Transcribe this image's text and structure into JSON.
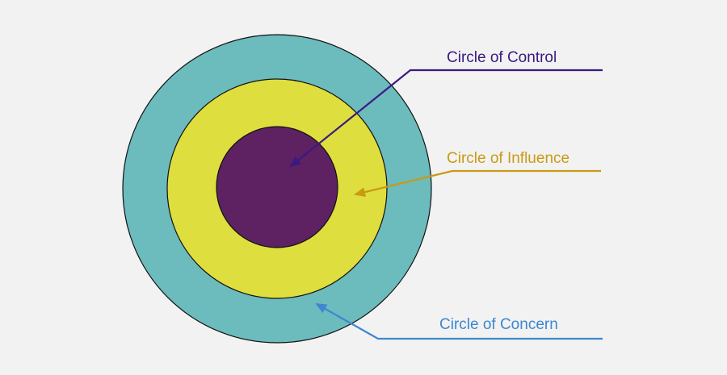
{
  "diagram": {
    "labels": {
      "control": "Circle of Control",
      "influence": "Circle of Influence",
      "concern": "Circle of Concern"
    }
  },
  "colors": {
    "background": "#f2f2f2",
    "concern_fill": "#6cbbbd",
    "influence_fill": "#dede3e",
    "control_fill": "#5e2162",
    "outline": "#111111",
    "control_label": "#3a1a80",
    "influence_label": "#c99a14",
    "concern_label": "#3d87cf"
  }
}
